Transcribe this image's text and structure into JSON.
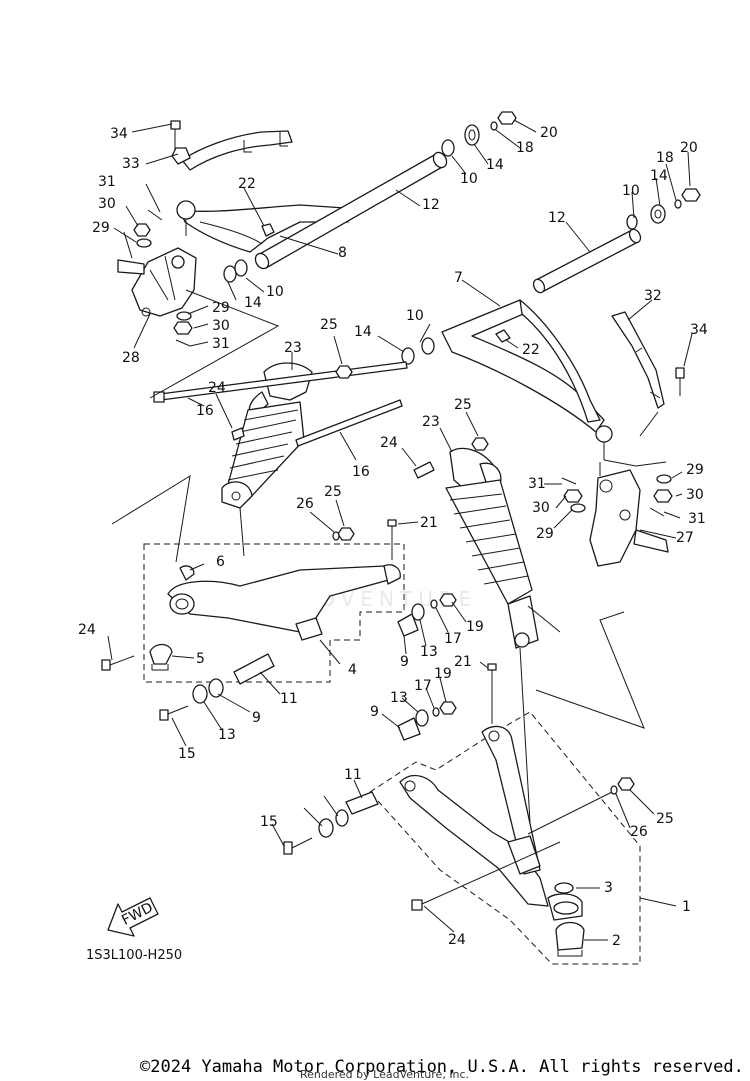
{
  "drawing_code": "1S3L100-H250",
  "copyright": "©2024 Yamaha Motor Corporation, U.S.A. All rights reserved.",
  "rendered_by": "Rendered by LeadVenture, Inc.",
  "watermark": "ADVENTURE",
  "fwd_label": "FWD",
  "callouts": [
    "1",
    "2",
    "3",
    "4",
    "5",
    "6",
    "7",
    "8",
    "9",
    "9",
    "9",
    "10",
    "10",
    "10",
    "10",
    "11",
    "11",
    "12",
    "12",
    "13",
    "13",
    "13",
    "14",
    "14",
    "14",
    "14",
    "15",
    "15",
    "16",
    "16",
    "17",
    "17",
    "18",
    "18",
    "19",
    "19",
    "20",
    "20",
    "21",
    "21",
    "22",
    "22",
    "23",
    "23",
    "24",
    "24",
    "24",
    "24",
    "25",
    "25",
    "25",
    "25",
    "26",
    "26",
    "27",
    "28",
    "29",
    "29",
    "29",
    "29",
    "30",
    "30",
    "30",
    "30",
    "31",
    "31",
    "31",
    "31",
    "32",
    "33",
    "34",
    "34"
  ]
}
